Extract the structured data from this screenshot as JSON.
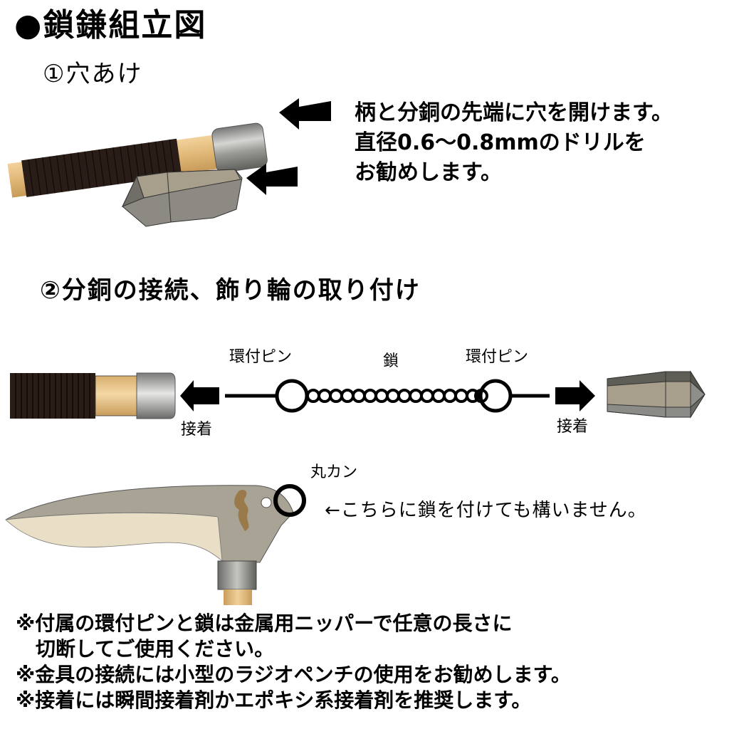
{
  "title": "●鎖鎌組立図",
  "step1": {
    "heading": "①穴あけ",
    "description": [
      "柄と分銅の先端に穴を開けます。",
      "直径0.6〜0.8mmのドリルを",
      "お勧めします。"
    ]
  },
  "step2": {
    "heading": "②分銅の接続、飾り輪の取り付け",
    "labels": {
      "left_pin": "環付ピン",
      "chain": "鎖",
      "right_pin": "環付ピン",
      "left_glue": "接着",
      "right_glue": "接着",
      "ring": "丸カン",
      "optional_note": "←こちらに鎖を付けても構いません。"
    }
  },
  "notes": [
    "※付属の環付ピンと鎖は金属用ニッパーで任意の長さに",
    "　切断してご使用ください。",
    "※金具の接続には小型のラジオペンチの使用をお勧めします。",
    "※接着には瞬間接着剤かエポキシ系接着剤を推奨します。"
  ],
  "colors": {
    "wood": "#e0b777",
    "wrap": "#2a1d18",
    "metal": "#9a9a96",
    "weight_dark": "#5e5d56",
    "weight_mid": "#a79e8c",
    "weight_light": "#8b8c88",
    "blade": "#a8a394",
    "blade_edge": "#e9dfc6",
    "emblem": "#9a7a4a",
    "ink": "#000000"
  }
}
